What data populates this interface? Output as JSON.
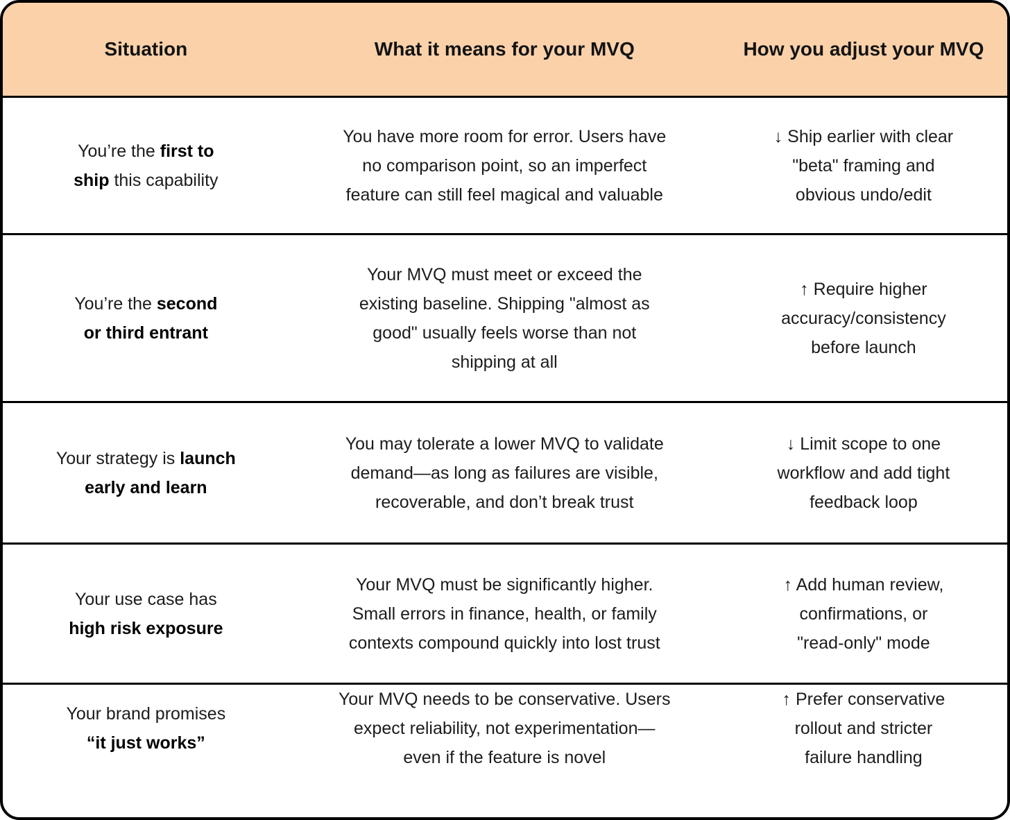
{
  "table": {
    "header_bg": "#FAD1A9",
    "border_color": "#000000",
    "columns": [
      {
        "label": "Situation"
      },
      {
        "label": "What it means for your MVQ"
      },
      {
        "label": "How you adjust your MVQ"
      }
    ],
    "rows": [
      {
        "situation_segments": [
          {
            "text": "You’re the ",
            "bold": false
          },
          {
            "text": "first to\nship",
            "bold": true
          },
          {
            "text": " this capability",
            "bold": false
          }
        ],
        "meaning": "You have more room for error. Users have\nno comparison point, so an imperfect\nfeature can still feel magical and valuable",
        "adjustment_arrow": "↓",
        "adjustment_arrow_name": "down-arrow-icon",
        "adjustment": "Ship earlier with clear\n\"beta\" framing and\nobvious undo/edit"
      },
      {
        "situation_segments": [
          {
            "text": "You’re the ",
            "bold": false
          },
          {
            "text": "second\nor third entrant",
            "bold": true
          }
        ],
        "meaning": "Your MVQ must meet or exceed the\nexisting baseline. Shipping \"almost as\ngood\" usually feels worse than not\nshipping at all",
        "adjustment_arrow": "↑",
        "adjustment_arrow_name": "up-arrow-icon",
        "adjustment": "Require higher\naccuracy/consistency\nbefore launch"
      },
      {
        "situation_segments": [
          {
            "text": "Your strategy is ",
            "bold": false
          },
          {
            "text": "launch\nearly and learn",
            "bold": true
          }
        ],
        "meaning": "You may tolerate a lower MVQ to validate\ndemand—as long as failures are visible,\nrecoverable, and don’t break trust",
        "adjustment_arrow": "↓",
        "adjustment_arrow_name": "down-arrow-icon",
        "adjustment": "Limit scope to one\nworkflow and add tight\nfeedback loop"
      },
      {
        "situation_segments": [
          {
            "text": "Your use case has\n",
            "bold": false
          },
          {
            "text": "high risk exposure",
            "bold": true
          }
        ],
        "meaning": "Your MVQ must be significantly higher.\nSmall errors in finance, health, or family\ncontexts compound quickly into lost trust",
        "adjustment_arrow": "↑",
        "adjustment_arrow_name": "up-arrow-icon",
        "adjustment": "Add human review,\nconfirmations, or\n\"read-only\" mode"
      },
      {
        "situation_segments": [
          {
            "text": "Your brand promises\n",
            "bold": false
          },
          {
            "text": "“it just works”",
            "bold": true
          }
        ],
        "meaning": "Your MVQ needs to be conservative. Users\nexpect reliability, not experimentation—\neven if the feature is novel",
        "adjustment_arrow": "↑",
        "adjustment_arrow_name": "up-arrow-icon",
        "adjustment": "Prefer conservative\nrollout and stricter\nfailure handling"
      }
    ]
  }
}
